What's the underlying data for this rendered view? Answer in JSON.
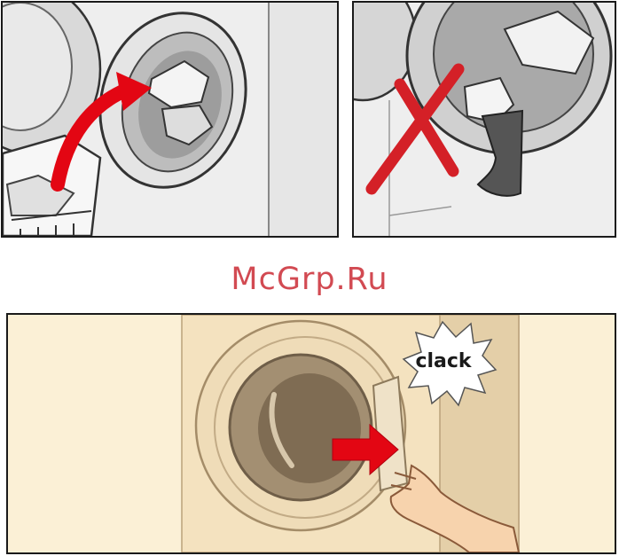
{
  "watermark": {
    "text": "McGrp.Ru"
  },
  "panels": [
    {
      "id": "load-laundry",
      "marker": "arrow"
    },
    {
      "id": "do-not-overhang",
      "marker": "cross"
    },
    {
      "id": "close-door",
      "sound_text": "clack"
    }
  ],
  "colors": {
    "arrow": "#e30613",
    "cross": "#d42027",
    "panel3_bg": "#fbf0d6",
    "watermark": "#d24a52"
  }
}
